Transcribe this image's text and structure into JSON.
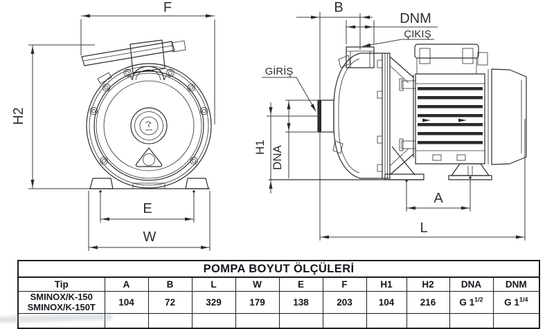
{
  "drawing": {
    "labels": {
      "f": "F",
      "h2": "H2",
      "e": "E",
      "w": "W",
      "b": "B",
      "dnm": "DNM",
      "cikis": "ÇIKIŞ",
      "giris": "GİRİŞ",
      "h1": "H1",
      "dna": "DNA",
      "a": "A",
      "l": "L"
    }
  },
  "table": {
    "title": "POMPA BOYUT ÖLÇÜLERİ",
    "columns": [
      "Tip",
      "A",
      "B",
      "L",
      "W",
      "E",
      "F",
      "H1",
      "H2",
      "DNA",
      "DNM"
    ],
    "rows": [
      {
        "models": [
          "SMINOX/K-150",
          "SMINOX/K-150T"
        ],
        "a": "104",
        "b": "72",
        "l": "329",
        "w": "179",
        "e": "138",
        "f": "203",
        "h1": "104",
        "h2": "216",
        "dna": {
          "base": "G 1",
          "sup": "1/2"
        },
        "dnm": {
          "base": "G 1",
          "sup": "1/4"
        }
      }
    ]
  },
  "colors": {
    "line": "#2b2b2b",
    "text": "#15151c"
  }
}
